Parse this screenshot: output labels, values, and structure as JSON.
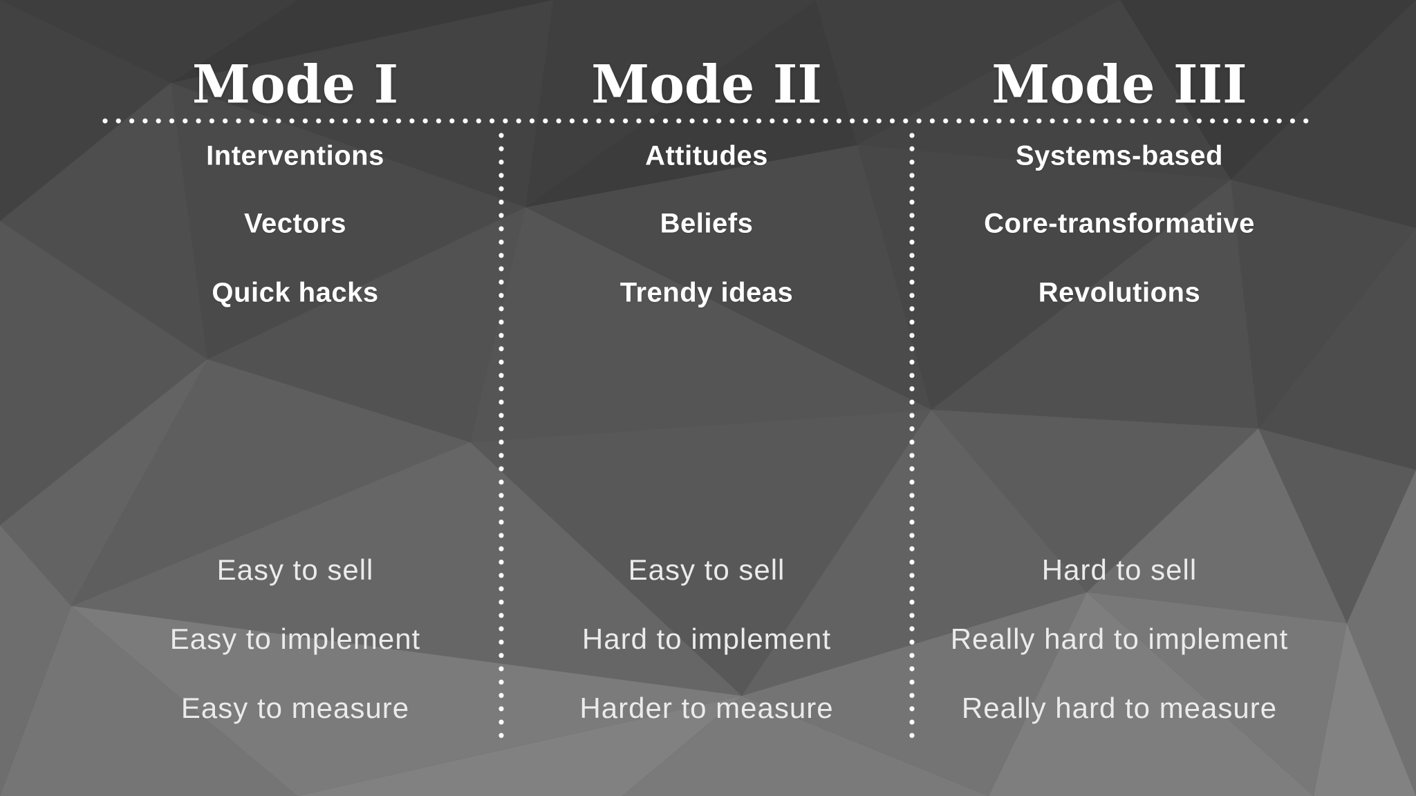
{
  "columns": [
    {
      "title": "Mode I",
      "features": [
        "Interventions",
        "Vectors",
        "Quick hacks"
      ],
      "qualities": [
        "Easy to sell",
        "Easy to implement",
        "Easy to measure"
      ]
    },
    {
      "title": "Mode II",
      "features": [
        "Attitudes",
        "Beliefs",
        "Trendy ideas"
      ],
      "qualities": [
        "Easy to sell",
        "Hard to implement",
        "Harder to measure"
      ]
    },
    {
      "title": "Mode III",
      "features": [
        "Systems-based",
        "Core-transformative",
        "Revolutions"
      ],
      "qualities": [
        "Hard to sell",
        "Really hard to implement",
        "Really hard to measure"
      ]
    }
  ],
  "colors": {
    "title_text": "#ffffff",
    "feature_text": "#ffffff",
    "quality_text": "#ebebeb",
    "divider_dots": "#ffffff",
    "background_top": "#3a3a3a",
    "background_middle": "#535353",
    "background_bottom": "#7d7d7d"
  }
}
